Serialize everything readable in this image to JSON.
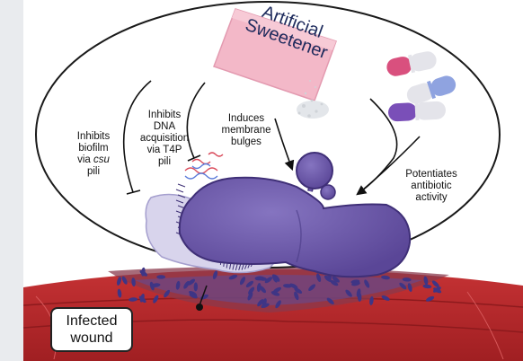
{
  "sweetener": {
    "label": "Artificial\nSweetener"
  },
  "effects": {
    "biofilm": {
      "line1": "Inhibits",
      "line2": "biofilm",
      "line3_prefix": "via ",
      "line3_italic": "csu",
      "line4": "pili"
    },
    "dna": {
      "text": "Inhibits\nDNA\nacquisition\nvia T4P\npili"
    },
    "membrane": {
      "text": "Induces\nmembrane\nbulges"
    },
    "antibiotic": {
      "text": "Potentiates\nantibiotic\nactivity"
    }
  },
  "wound": {
    "label": "Infected\nwound"
  },
  "colors": {
    "bacterium": "#6a55a6",
    "bacterium_dark": "#4a3a85",
    "packet": "#f2b6c6",
    "wound": "#b8282a",
    "pill_pink": "#d9507e",
    "pill_blue": "#8fa3e0",
    "pill_purple": "#7a4fb8"
  },
  "icons": [
    "sweetener-packet-icon",
    "capsule-pill-icon",
    "bacterium-icon",
    "dna-strand-icon",
    "wound-tissue-icon"
  ]
}
